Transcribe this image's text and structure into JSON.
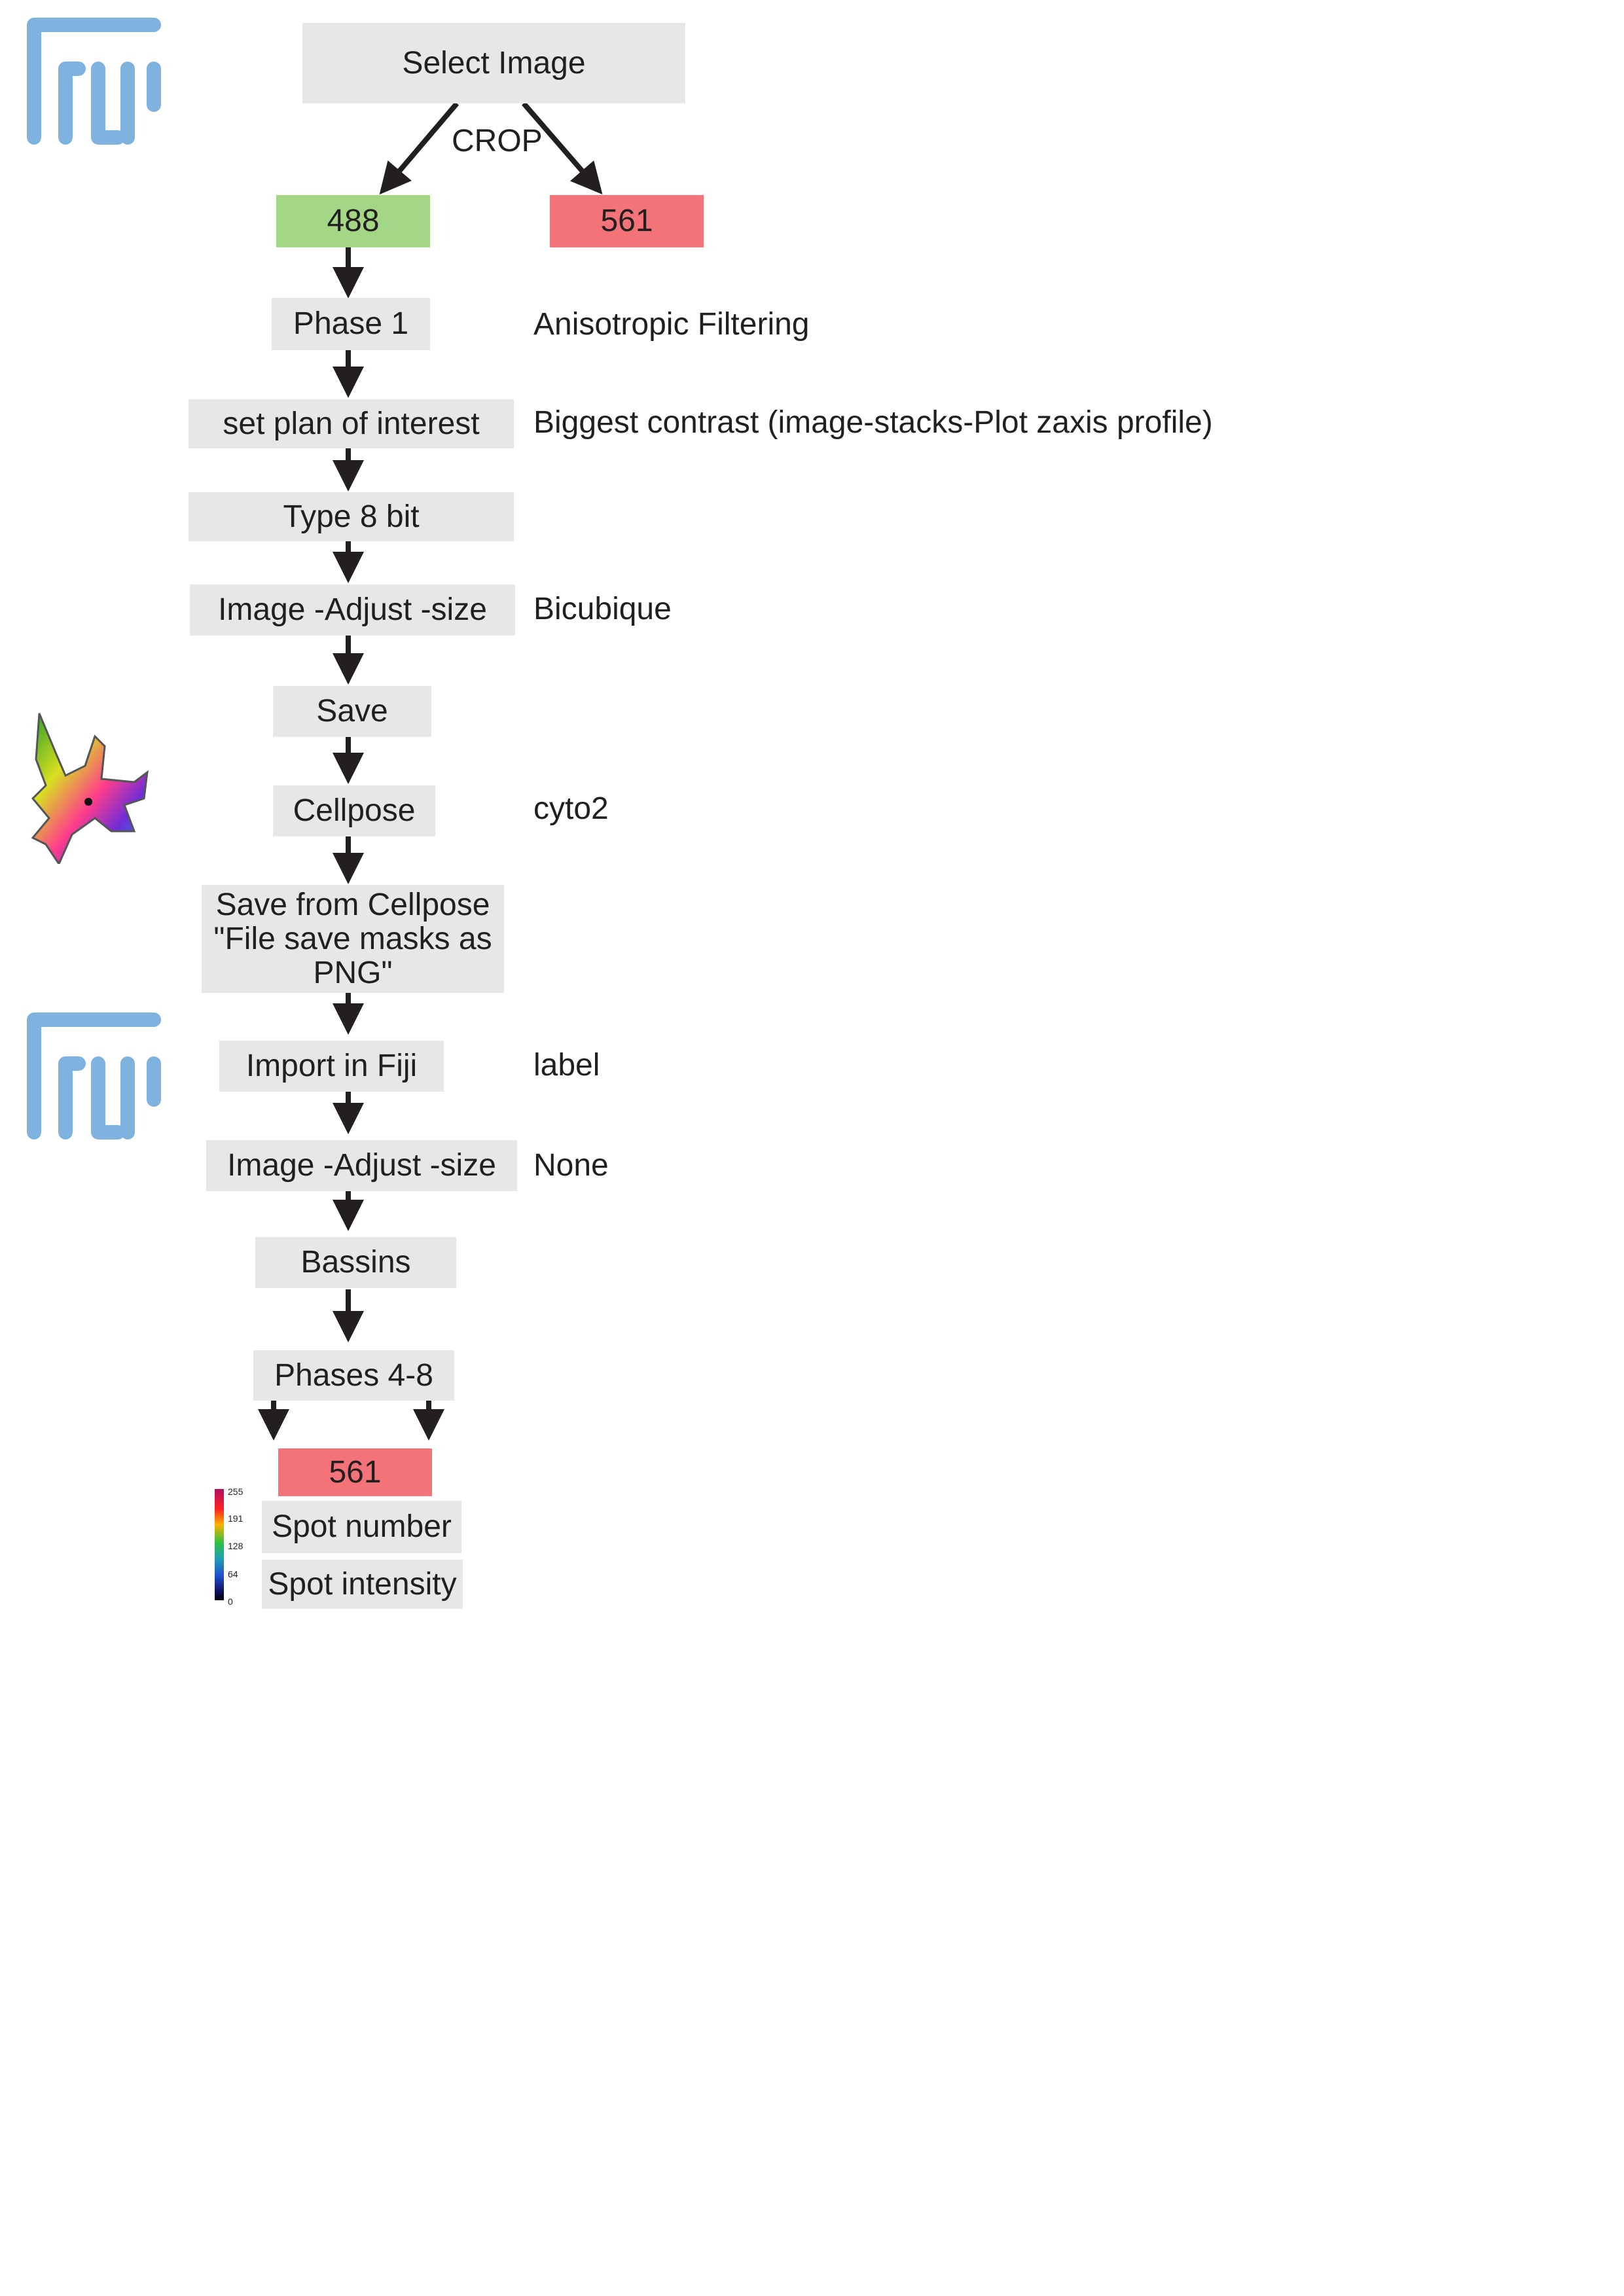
{
  "top": {
    "select_image": "Select Image",
    "crop": "CROP"
  },
  "channels": {
    "green": "488",
    "red": "561"
  },
  "steps": {
    "phase1": "Phase 1",
    "set_plan": "set plan of interest",
    "type8": "Type 8 bit",
    "adjust1": "Image -Adjust -size",
    "save": "Save",
    "cellpose": "Cellpose",
    "save_cellpose": [
      "Save from Cellpose",
      "\"File save masks as",
      "PNG\""
    ],
    "import": "Import in Fiji",
    "adjust2": "Image -Adjust -size",
    "bassins": "Bassins",
    "phases48": "Phases 4-8",
    "out561": "561",
    "spot_number": "Spot number",
    "spot_intensity": "Spot intensity"
  },
  "notes": {
    "anisotropic": "Anisotropic Filtering",
    "biggest": "Biggest contrast (image-stacks-Plot zaxis profile)",
    "bicubique": "Bicubique",
    "cyto2": "cyto2",
    "label": "label",
    "none": "None"
  },
  "colorbar": {
    "ticks": [
      "255",
      "191",
      "128",
      "64",
      "0"
    ]
  },
  "icons": {
    "logo": "fiji-logo-icon",
    "cell": "cellpose-cell-icon"
  },
  "colors": {
    "box": "#e6e7e8",
    "green": "#a3d685",
    "red": "#f37379",
    "logo": "#7fb2de",
    "arrow": "#231f20"
  }
}
